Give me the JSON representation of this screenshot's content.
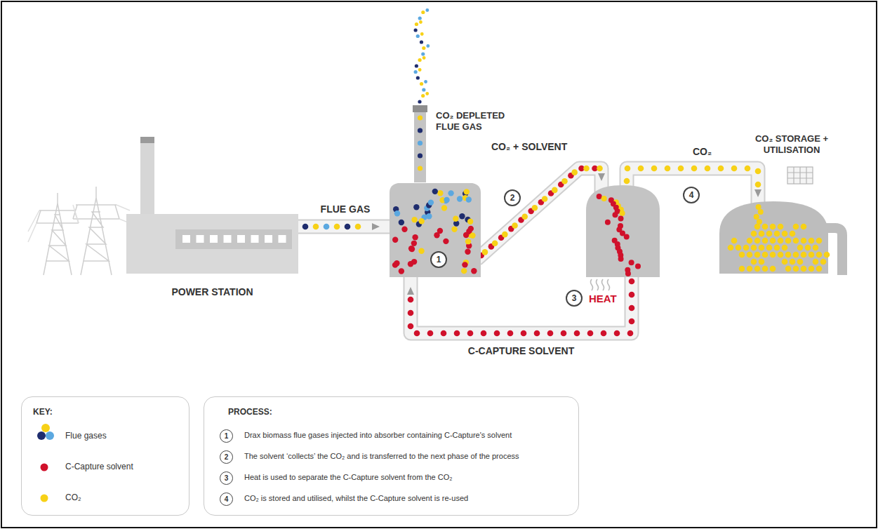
{
  "diagram": {
    "nodes": [
      {
        "text": [
          "POWER STATION"
        ]
      },
      {
        "text": [
          "CO₂ DEPLETED FLUE GAS"
        ]
      },
      {
        "text": [
          "1"
        ],
        "in": 1
      },
      {
        "text": [
          "2"
        ]
      },
      {
        "text": [
          "HEAT"
        ]
      },
      {
        "text": [
          "3"
        ]
      },
      {
        "text": [
          "4"
        ]
      },
      {
        "text": [
          "CO₂ STORAGE + UTILISATION"
        ]
      },
      {
        "text": [
          "KEY:"
        ]
      },
      {
        "text": [
          "PROCESS:"
        ]
      },
      {
        "text": [
          "1"
        ],
        "in": 9
      },
      {
        "text": [
          "2"
        ],
        "in": 9
      },
      {
        "text": [
          "3"
        ],
        "in": 9
      },
      {
        "text": [
          "4"
        ],
        "in": 9
      }
    ],
    "edges": [
      {
        "from": 0,
        "to": 1,
        "label": "FLUE GAS",
        "arrow": "to"
      },
      {
        "from": 1,
        "to": 4,
        "label": "CO₂ + SOLVENT",
        "arrow": "to"
      },
      {
        "from": 4,
        "to": 7,
        "label": "CO₂",
        "arrow": "to"
      },
      {
        "from": 4,
        "to": 1,
        "label": "C-CAPTURE SOLVENT",
        "arrow": "to"
      }
    ],
    "labels": [
      "Drax biomass flue gases injected into absorber containing C-Capture's solvent",
      "The solvent ‘collects’ the CO₂ and is transferred to the next phase of the process",
      "Heat is used to separate the C-Capture solvent from the CO₂",
      "CO₂ is stored and utilised, whilst the C-Capture solvent is re-used"
    ],
    "legend": [
      {
        "text": "Flue gases"
      },
      {
        "text": "C-Capture solvent",
        "color": "#d0112b"
      },
      {
        "text": "CO₂",
        "color": "#f7d117"
      }
    ]
  }
}
